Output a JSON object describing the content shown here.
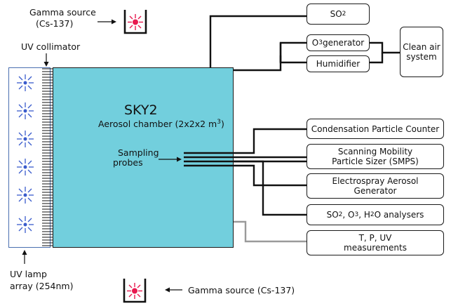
{
  "gamma_top": {
    "line1": "Gamma source",
    "line2": "(Cs-137)"
  },
  "gamma_bottom": {
    "label": "Gamma source (Cs-137)"
  },
  "uv_collimator": "UV collimator",
  "uv_lamp": {
    "line1": "UV lamp",
    "line2": "array (254nm)"
  },
  "chamber": {
    "title": "SKY2",
    "subtitle": "Aerosol chamber (2x2x2 m",
    "subtitle_sup": "3",
    "subtitle_end": ")"
  },
  "sampling": {
    "line1": "Sampling",
    "line2": "probes"
  },
  "inputs": {
    "so2": {
      "text": "SO",
      "sub": "2"
    },
    "o3": {
      "text": "O",
      "sub": "3",
      "rest": " generator"
    },
    "humidifier": "Humidifier",
    "clean_air": {
      "line1": "Clean air",
      "line2": "system"
    }
  },
  "instruments": {
    "cpc": "Condensation Particle Counter",
    "smps": {
      "line1": "Scanning Mobility",
      "line2": "Particle Sizer (SMPS)"
    },
    "electrospray": {
      "line1": "Electrospray Aerosol",
      "line2": "Generator"
    },
    "analysers": {
      "a": "SO",
      "a_sub": "2",
      "b": " , O",
      "b_sub": "3",
      "c": " , H",
      "c_sub": "2",
      "d": "O analysers"
    },
    "tpuv": {
      "line1": "T, P, UV",
      "line2": "measurements"
    }
  },
  "colors": {
    "chamber": "#72cfdd",
    "lamp_ray": "#3a5ccc",
    "gamma_dot": "#e8194f",
    "gamma_ray": "#e8194f",
    "gray_line": "#9a9a9a"
  }
}
